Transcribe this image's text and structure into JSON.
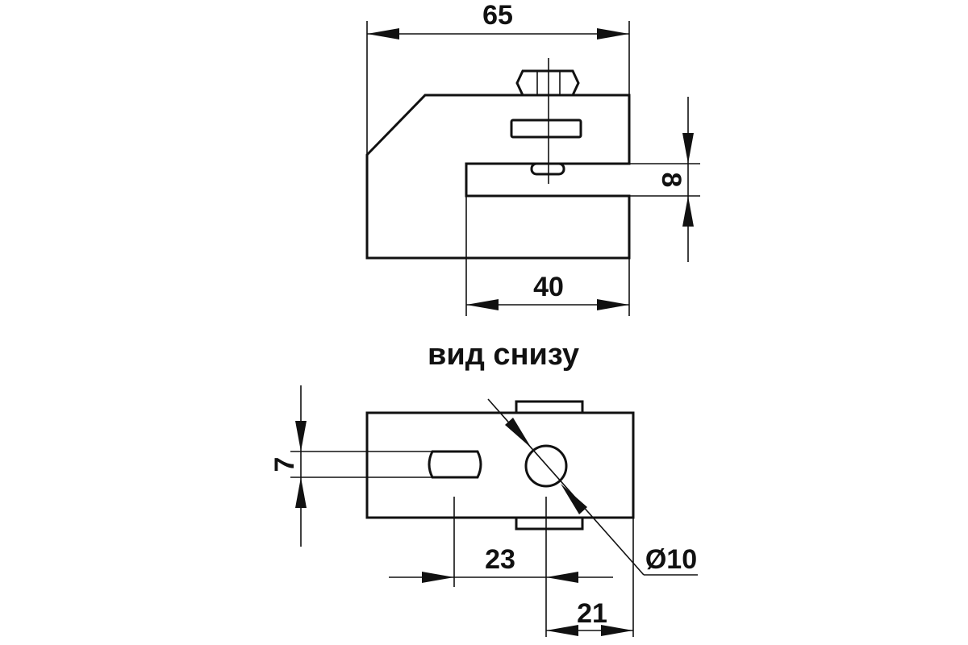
{
  "views": {
    "bottom_view_caption": "вид снизу"
  },
  "dimensions": {
    "top_width": "65",
    "slot_width": "8",
    "slot_depth": "40",
    "slot_hole_width": "7",
    "hole_offset": "23",
    "hole_edge_offset": "21",
    "hole_diameter": "Ø10"
  }
}
